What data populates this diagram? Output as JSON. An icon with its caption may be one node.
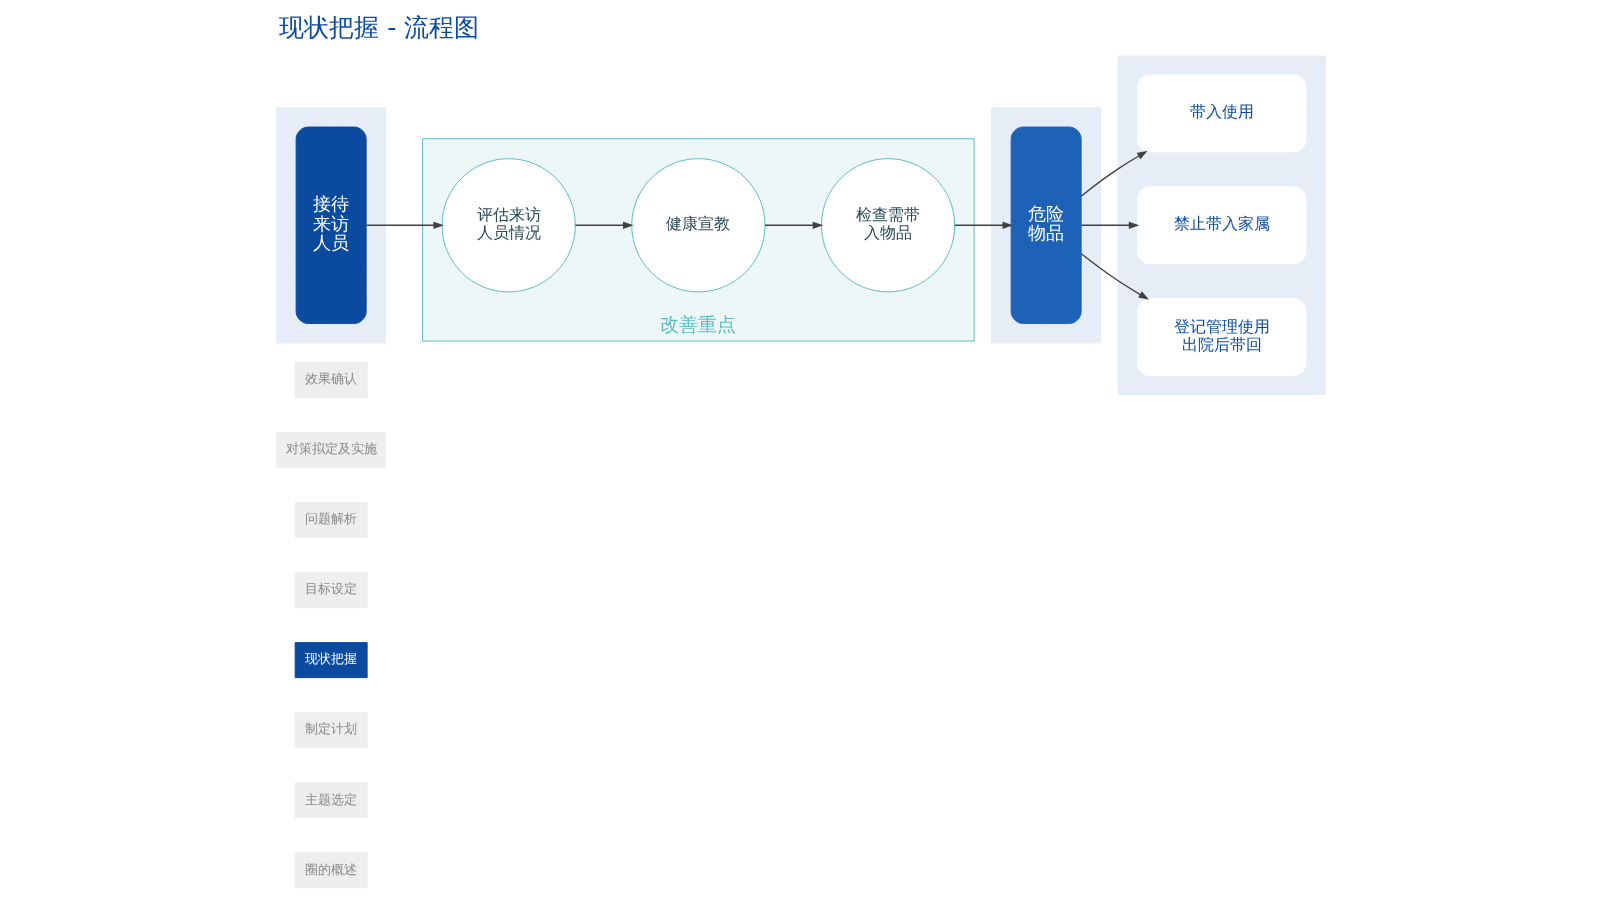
{
  "diagram": {
    "title": "现状把握 - 流程图",
    "nodes": [
      {
        "text": [
          "圈的概述"
        ]
      },
      {
        "text": [
          "主题选定"
        ]
      },
      {
        "text": [
          "制定计划"
        ]
      },
      {
        "text": [
          "现状把握"
        ]
      },
      {
        "text": [
          "目标设定"
        ]
      },
      {
        "text": [
          "问题解析"
        ]
      },
      {
        "text": [
          "对策拟定及实施"
        ]
      },
      {
        "text": [
          "效果确认"
        ]
      },
      {
        "text": [],
        "shape": "box"
      },
      {
        "text": [
          "接待来访人员"
        ],
        "in": 8
      },
      {
        "text": [
          "改善重点"
        ]
      },
      {
        "text": [
          "健康宣教"
        ],
        "in": 10
      },
      {
        "text": [
          "评估来访人员情况"
        ],
        "in": 10
      },
      {
        "text": [
          "检查需带入物品"
        ],
        "in": 10
      },
      {
        "text": [],
        "shape": "box"
      },
      {
        "text": [
          "危险物品"
        ],
        "in": 14
      },
      {
        "text": [],
        "shape": "box"
      },
      {
        "text": [
          "带入使用"
        ],
        "in": 16
      },
      {
        "text": [
          "禁止带入家属"
        ],
        "in": 16
      },
      {
        "text": [
          "登记管理使用出院后带回"
        ],
        "in": 16
      }
    ],
    "edges": [
      {
        "from": 9,
        "to": 12,
        "arrow": "to"
      },
      {
        "from": 12,
        "to": 11,
        "arrow": "to"
      },
      {
        "from": 11,
        "to": 13,
        "arrow": "to"
      },
      {
        "from": 13,
        "to": 15,
        "arrow": "to"
      },
      {
        "from": 15,
        "to": 17,
        "arrow": "to"
      },
      {
        "from": 15,
        "to": 18,
        "arrow": "to"
      },
      {
        "from": 15,
        "to": 19,
        "arrow": "to"
      }
    ]
  }
}
